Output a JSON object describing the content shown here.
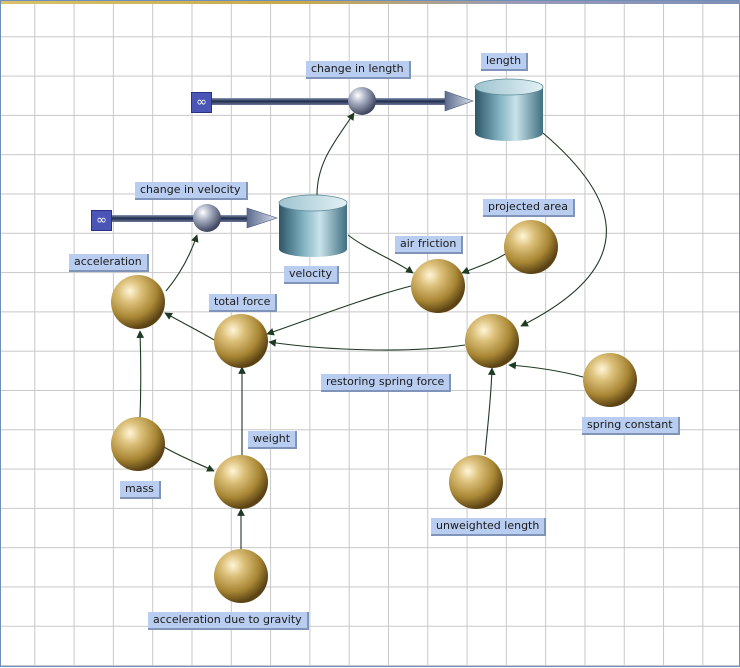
{
  "diagram": {
    "stocks": [
      {
        "id": "length",
        "label": "length"
      },
      {
        "id": "velocity",
        "label": "velocity"
      }
    ],
    "flows": [
      {
        "id": "change-in-length",
        "label": "change in length",
        "source_symbol": "∞",
        "to": "length"
      },
      {
        "id": "change-in-velocity",
        "label": "change in velocity",
        "source_symbol": "∞",
        "to": "velocity"
      }
    ],
    "variables": [
      {
        "id": "acceleration",
        "label": "acceleration"
      },
      {
        "id": "total-force",
        "label": "total force"
      },
      {
        "id": "air-friction",
        "label": "air friction"
      },
      {
        "id": "projected-area",
        "label": "projected area"
      },
      {
        "id": "restoring-spring-force",
        "label": "restoring spring force"
      },
      {
        "id": "spring-constant",
        "label": "spring constant"
      },
      {
        "id": "unweighted-length",
        "label": "unweighted length"
      },
      {
        "id": "mass",
        "label": "mass"
      },
      {
        "id": "weight",
        "label": "weight"
      },
      {
        "id": "acceleration-due-to-gravity",
        "label": "acceleration due to gravity"
      }
    ],
    "links": [
      [
        "velocity",
        "change-in-length"
      ],
      [
        "acceleration",
        "change-in-velocity"
      ],
      [
        "velocity",
        "air-friction"
      ],
      [
        "projected-area",
        "air-friction"
      ],
      [
        "air-friction",
        "total-force"
      ],
      [
        "length",
        "restoring-spring-force"
      ],
      [
        "spring-constant",
        "restoring-spring-force"
      ],
      [
        "unweighted-length",
        "restoring-spring-force"
      ],
      [
        "restoring-spring-force",
        "total-force"
      ],
      [
        "total-force",
        "acceleration"
      ],
      [
        "mass",
        "acceleration"
      ],
      [
        "mass",
        "weight"
      ],
      [
        "weight",
        "total-force"
      ],
      [
        "acceleration-due-to-gravity",
        "weight"
      ]
    ]
  },
  "colors": {
    "grid_line": "#c8c8c8",
    "label_fill": "#b9cdf0",
    "sphere_gold": "#b8953e",
    "stock_teal": "#5d8fa0",
    "flow_pipe": "#2a3a58",
    "source_box": "#4a55b5",
    "link_line": "#1e3a22"
  },
  "icons": {
    "source": "infinity-cloud-icon",
    "valve": "flow-valve-icon",
    "stock": "stock-cylinder-icon",
    "variable": "converter-sphere-icon"
  }
}
